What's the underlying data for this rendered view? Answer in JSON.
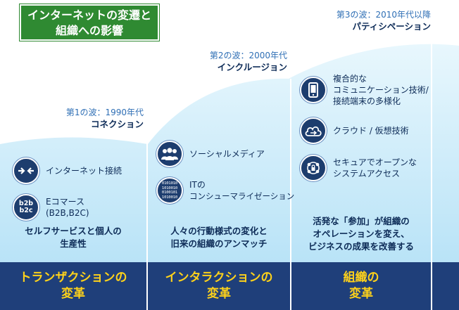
{
  "title": {
    "line1": "インターネットの変遷と",
    "line2": "組織への影響"
  },
  "waves": [
    {
      "label": "第1の波：1990年代",
      "name": "コネクション",
      "features": [
        {
          "icon": "arrows-connect-icon",
          "lines": [
            "インターネット接続"
          ]
        },
        {
          "icon": "b2b-b2c-icon",
          "icon_text": [
            "b2b",
            "b2c"
          ],
          "lines": [
            "Eコマース",
            "(B2B,B2C)"
          ]
        }
      ],
      "summary": [
        "セルフサービスと個人の",
        "生産性"
      ],
      "footer": [
        "トランザクションの",
        "変革"
      ]
    },
    {
      "label": "第2の波：2000年代",
      "name": "インクルージョン",
      "features": [
        {
          "icon": "people-group-icon",
          "lines": [
            "ソーシャルメディア"
          ]
        },
        {
          "icon": "binary-data-icon",
          "icon_text": [
            "0101010",
            "1010010",
            "0100101",
            "1010010"
          ],
          "lines": [
            "ITの",
            "コンシューマライゼーション"
          ]
        }
      ],
      "summary": [
        "人々の行動様式の変化と",
        "旧来の組織のアンマッチ"
      ],
      "footer": [
        "インタラクションの",
        "変革"
      ]
    },
    {
      "label": "第3の波：2010年代以降",
      "name": "パティシペーション",
      "features": [
        {
          "icon": "mobile-device-icon",
          "lines": [
            "複合的な",
            "コミュニケーション技術/",
            "接続端末の多様化"
          ]
        },
        {
          "icon": "cloud-icon",
          "lines": [
            "クラウド / 仮想技術"
          ]
        },
        {
          "icon": "secure-network-icon",
          "lines": [
            "セキュアでオープンな",
            "システムアクセス"
          ]
        }
      ],
      "summary": [
        "活発な「参加」が組織の",
        "オペレーションを変え、",
        "ビジネスの成果を改善する"
      ],
      "footer": [
        "組織の",
        "変革"
      ]
    }
  ],
  "colors": {
    "title_bg": "#2f8a32",
    "wave_label": "#2f6fb5",
    "dark_text": "#0d2b57",
    "footer_bg": "#1f3f7a",
    "footer_text": "#ffd21a",
    "icon_bg": "#1d3d6e",
    "sky_light": "#e6f6fd",
    "sky_mid": "#bfe6f8"
  }
}
